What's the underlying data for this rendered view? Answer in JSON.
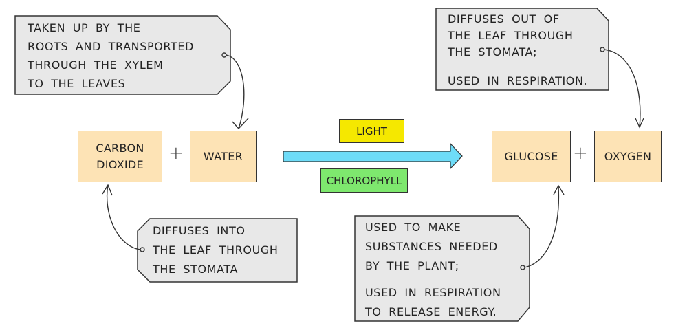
{
  "colors": {
    "reactant_box": "#fde3b5",
    "note_fill": "#e8e8e8",
    "light": "#f5e800",
    "chlorophyll": "#7ee86e",
    "arrow": "#6edcf8"
  },
  "reactants": [
    "CARBON DIOXIDE",
    "WATER"
  ],
  "products": [
    "GLUCOSE",
    "OXYGEN"
  ],
  "plus": "+",
  "conditions": {
    "top": "LIGHT",
    "bottom": "CHLOROPHYLL"
  },
  "notes": {
    "water": [
      "TAKEN UP BY THE",
      "ROOTS AND TRANSPORTED",
      "THROUGH THE XYLEM",
      "TO THE LEAVES"
    ],
    "carbon_dioxide": [
      "DIFFUSES INTO",
      "THE LEAF THROUGH",
      "THE STOMATA"
    ],
    "oxygen": [
      "DIFFUSES OUT OF",
      "THE LEAF THROUGH",
      "THE STOMATA;",
      "USED IN RESPIRATION."
    ],
    "glucose": [
      "USED TO MAKE",
      "SUBSTANCES NEEDED",
      "BY THE PLANT;",
      "USED IN RESPIRATION",
      "TO RELEASE ENERGY."
    ]
  }
}
